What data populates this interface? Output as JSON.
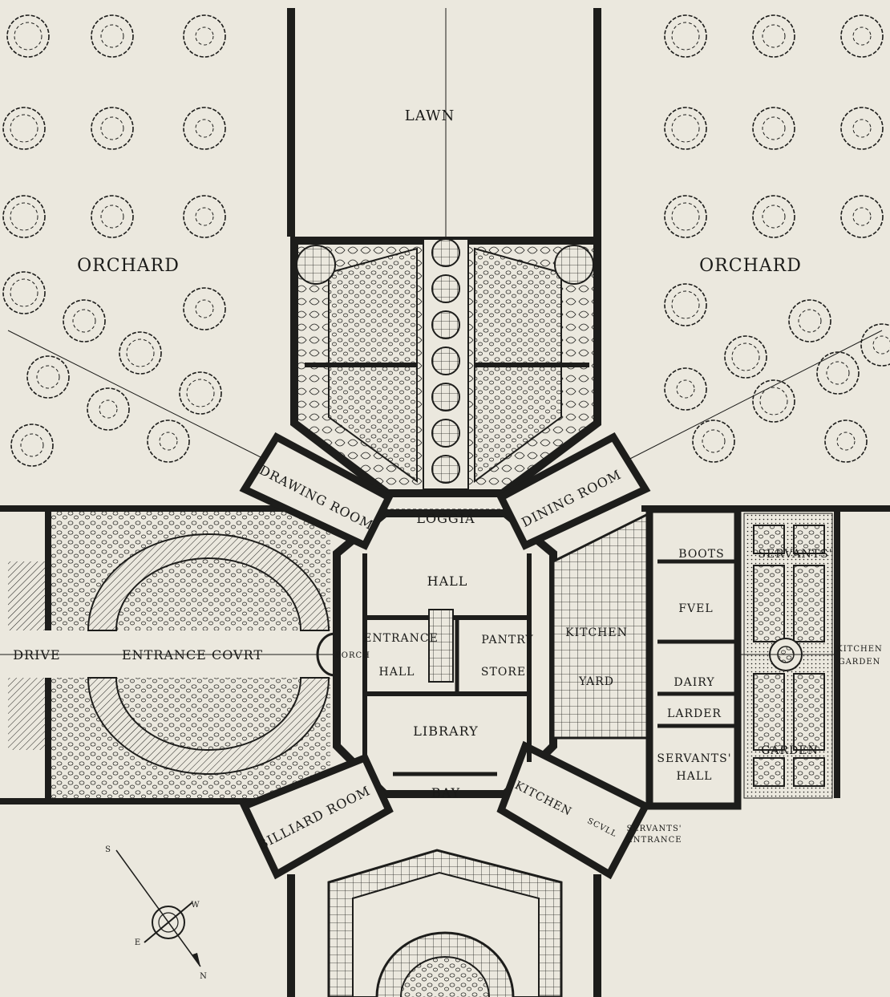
{
  "colors": {
    "paper": "#ebe8de",
    "ink": "#1d1d1b",
    "hatch": "#8a877f"
  },
  "labels": {
    "lawn": "LAWN",
    "orchard_left": "ORCHARD",
    "orchard_right": "ORCHARD",
    "drawing_room": "DRAWING ROOM",
    "loggia": "LOGGIA",
    "dining_room": "DINING ROOM",
    "hall": "HALL",
    "entrance": "ENTRANCE",
    "entrance_hall": "HALL",
    "porch": "PORCH",
    "pantry": "PANTRY",
    "store": "STORE",
    "drive": "DRIVE",
    "entrance_court": "ENTRANCE COVRT",
    "kitchen_yard_1": "KITCHEN",
    "kitchen_yard_2": "YARD",
    "boots": "BOOTS",
    "fuel": "FVEL",
    "servants_garden_1": "SERVANTS'",
    "servants_garden_2": "GARDEN",
    "kitchen_garden_1": "KITCHEN",
    "kitchen_garden_2": "GARDEN",
    "dairy": "DAIRY",
    "larder": "LARDER",
    "servants_hall_1": "SERVANTS'",
    "servants_hall_2": "HALL",
    "library": "LIBRARY",
    "billiard_room": "BILLIARD ROOM",
    "bay": "BAY",
    "kitchen": "KITCHEN",
    "scullery": "SCVLL",
    "servants_entrance_1": "SERVANTS'",
    "servants_entrance_2": "ENTRANCE",
    "compass_s": "S",
    "compass_w": "W",
    "compass_e": "E",
    "compass_n": "N"
  }
}
